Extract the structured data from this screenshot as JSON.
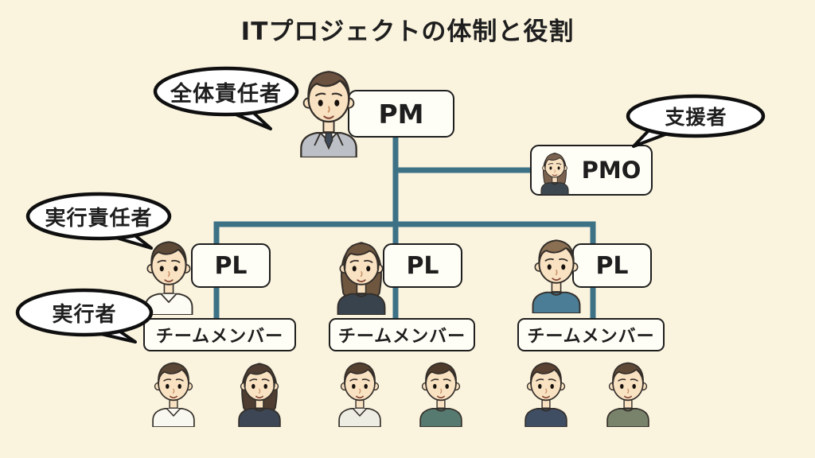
{
  "title": "ITプロジェクトの体制と役割",
  "colors": {
    "background": "#FAF3DE",
    "connector_line": "#3D7286",
    "box_background": "#FFFEF6",
    "box_border": "#1E1E1E",
    "text": "#1E1E1E",
    "bubble_background": "#FFFFFF",
    "bubble_border": "#0F0F0F",
    "skin": "#F9E2C2"
  },
  "boxes": {
    "pm": {
      "label": "PM"
    },
    "pmo": {
      "label": "PMO"
    },
    "pl1": {
      "label": "PL"
    },
    "pl2": {
      "label": "PL"
    },
    "pl3": {
      "label": "PL"
    },
    "team1": {
      "label": "チームメンバー"
    },
    "team2": {
      "label": "チームメンバー"
    },
    "team3": {
      "label": "チームメンバー"
    }
  },
  "bubbles": {
    "pm_role": {
      "text": "全体責任者"
    },
    "pmo_role": {
      "text": "支援者"
    },
    "pl_role": {
      "text": "実行責任者"
    },
    "team_role": {
      "text": "実行者"
    }
  },
  "avatars": {
    "pm": {
      "type": "male",
      "neck": "suit",
      "hair": "#6A5140",
      "shirt": "#BCC0C6",
      "tie": "#3E4A57"
    },
    "pmo": {
      "type": "female",
      "neck": "plain",
      "hair": "#7B6350",
      "shirt": "#3C4750"
    },
    "pl1": {
      "type": "male",
      "neck": "collar",
      "hair": "#5E4936",
      "shirt": "#FCFCF4"
    },
    "pl2": {
      "type": "female",
      "neck": "plain",
      "hair": "#6E563F",
      "shirt": "#39434E"
    },
    "pl3": {
      "type": "male",
      "neck": "plain",
      "hair": "#8A6F52",
      "shirt": "#4B7E96"
    },
    "team1a": {
      "type": "male",
      "neck": "collar",
      "hair": "#5A4635",
      "shirt": "#F8F8F0"
    },
    "team1b": {
      "type": "female",
      "neck": "plain",
      "hair": "#4E3D30",
      "shirt": "#3D4654"
    },
    "team2a": {
      "type": "male",
      "neck": "collar",
      "hair": "#55412F",
      "shirt": "#EDEDE4"
    },
    "team2b": {
      "type": "male",
      "neck": "plain",
      "hair": "#4E3B2B",
      "shirt": "#567A70"
    },
    "team3a": {
      "type": "male",
      "neck": "plain",
      "hair": "#5A4232",
      "shirt": "#3F4E63"
    },
    "team3b": {
      "type": "male",
      "neck": "plain",
      "hair": "#5E4936",
      "shirt": "#79826A"
    }
  }
}
